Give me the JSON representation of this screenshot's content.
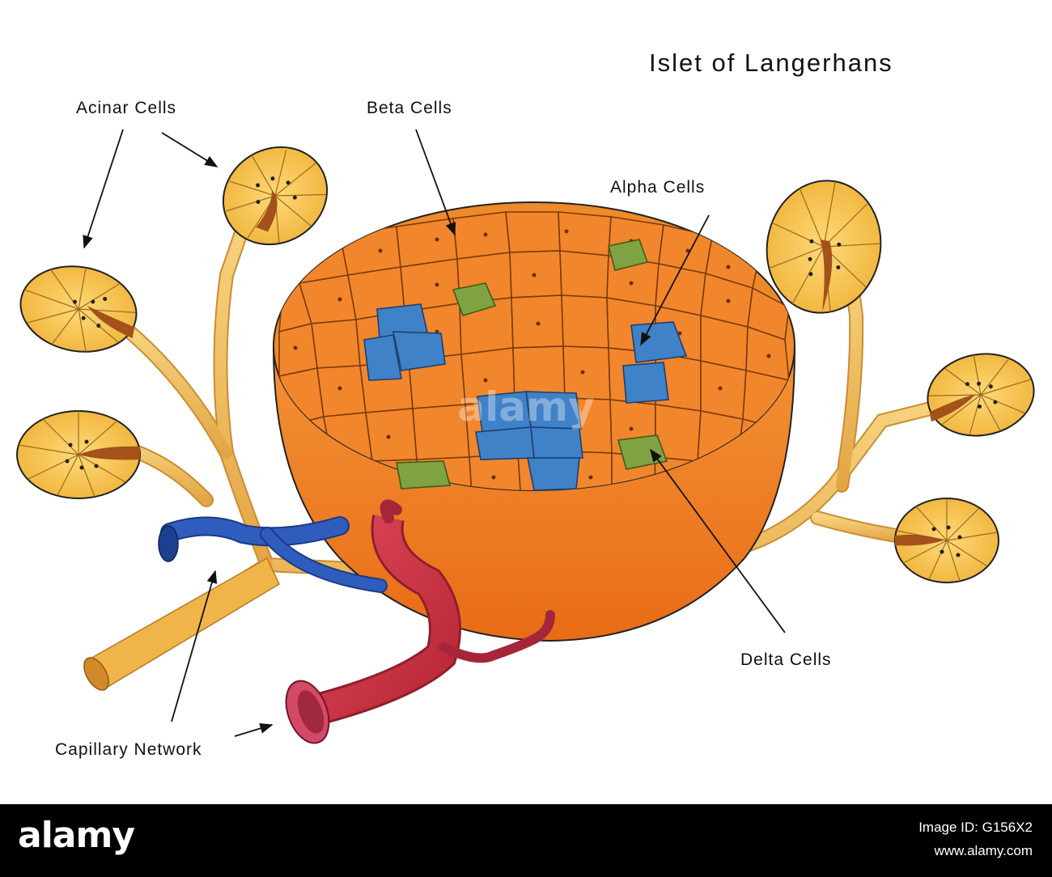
{
  "title": "Islet of Langerhans",
  "labels": {
    "acinar_cells": "Acinar Cells",
    "beta_cells": "Beta Cells",
    "alpha_cells": "Alpha Cells",
    "delta_cells": "Delta Cells",
    "capillary_network": "Capillary Network"
  },
  "watermark": "alamy",
  "footer": {
    "brand": "alamy",
    "image_id": "Image ID: G156X2",
    "site": "www.alamy.com"
  },
  "colors": {
    "islet_orange": "#ef7f1e",
    "beta_cell": "#f1852a",
    "alpha_cell": "#3f82c8",
    "delta_cell": "#7fa343",
    "acinar_yellow": "#f6c04a",
    "duct": "#f3c063",
    "artery": "#cf3448",
    "vein": "#2f5dbd"
  }
}
